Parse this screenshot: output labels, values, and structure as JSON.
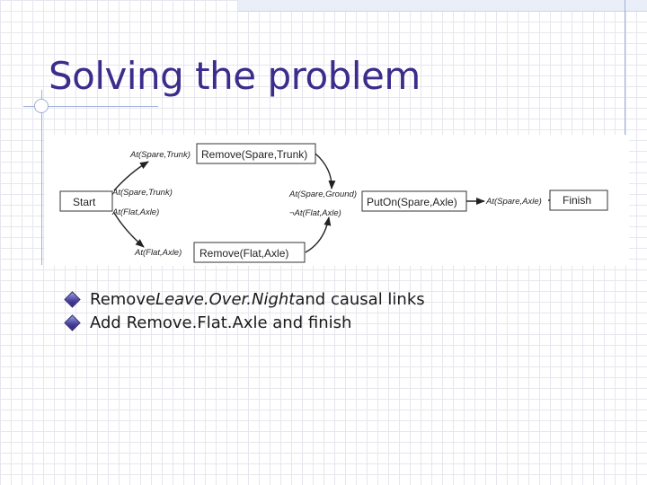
{
  "slide": {
    "title": "Solving the problem"
  },
  "diagram": {
    "nodes": {
      "start": "Start",
      "remove_spare_trunk": "Remove(Spare,Trunk)",
      "remove_flat_axle": "Remove(Flat,Axle)",
      "puton_spare_axle": "PutOn(Spare,Axle)",
      "finish": "Finish"
    },
    "conditions": {
      "at_spare_trunk_pre": "At(Spare,Trunk)",
      "at_spare_trunk_eff": "At(Spare,Trunk)",
      "at_flat_axle_eff": "At(Flat,Axle)",
      "at_flat_axle_pre": "At(Flat,Axle)",
      "at_spare_ground": "At(Spare,Ground)",
      "not_at_flat_axle": "¬At(Flat,Axle)",
      "at_spare_axle": "At(Spare,Axle)"
    }
  },
  "bullets": [
    {
      "before": "Remove ",
      "emphasis": "Leave.Over.Night",
      "after": " and causal links"
    },
    {
      "before": "Add Remove.Flat.Axle and finish",
      "emphasis": "",
      "after": ""
    }
  ]
}
